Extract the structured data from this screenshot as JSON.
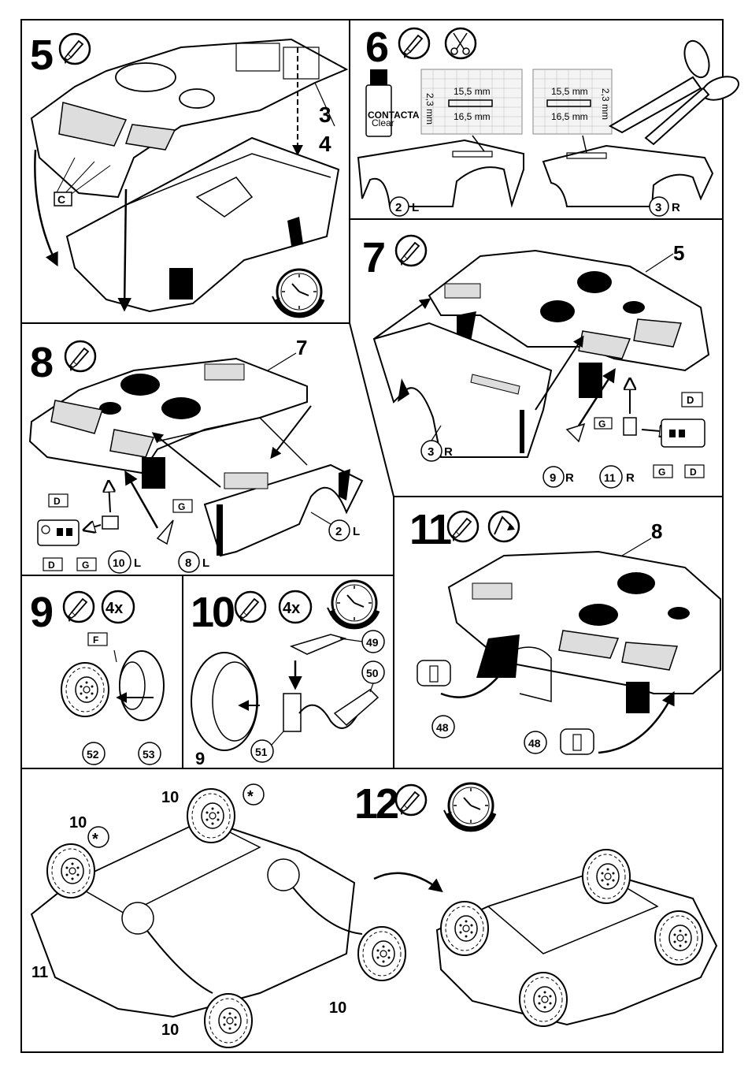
{
  "steps": {
    "s5": {
      "number": "5",
      "labels": {
        "p3": "3",
        "p4": "4",
        "c": "C"
      }
    },
    "s6": {
      "number": "6",
      "bottle": {
        "brand": "CONTACTA",
        "sub": "Clear"
      },
      "left": {
        "w1": "15,5 mm",
        "h": "2,3 mm",
        "w2": "16,5 mm",
        "part": "2",
        "side": "L"
      },
      "right": {
        "w1": "15,5 mm",
        "h": "2,3 mm",
        "w2": "16,5 mm",
        "part": "3",
        "side": "R"
      }
    },
    "s7": {
      "number": "7",
      "labels": {
        "p5": "5",
        "p3": "3",
        "r3": "R",
        "p9": "9",
        "r9": "R",
        "p11": "11",
        "r11": "R",
        "g": "G",
        "d": "D"
      }
    },
    "s8": {
      "number": "8",
      "labels": {
        "p7": "7",
        "p2": "2",
        "l2": "L",
        "p10": "10",
        "l10": "L",
        "p8": "8",
        "l8": "L",
        "g": "G",
        "d": "D"
      }
    },
    "s9": {
      "number": "9",
      "qty": "4x",
      "labels": {
        "f": "F",
        "p52": "52",
        "p53": "53"
      }
    },
    "s10": {
      "number": "10",
      "qty": "4x",
      "labels": {
        "p49": "49",
        "p50": "50",
        "p51": "51",
        "p9": "9"
      }
    },
    "s11": {
      "number": "11",
      "labels": {
        "p8": "8",
        "p48a": "48",
        "p48b": "48"
      }
    },
    "s12": {
      "number": "12",
      "labels": {
        "w1": "10",
        "w2": "10",
        "w3": "10",
        "w4": "10",
        "body": "11",
        "star": "*"
      }
    }
  },
  "icons": [
    "glue-tube-icon",
    "scissors-icon",
    "clock-icon",
    "flip-over-icon"
  ]
}
